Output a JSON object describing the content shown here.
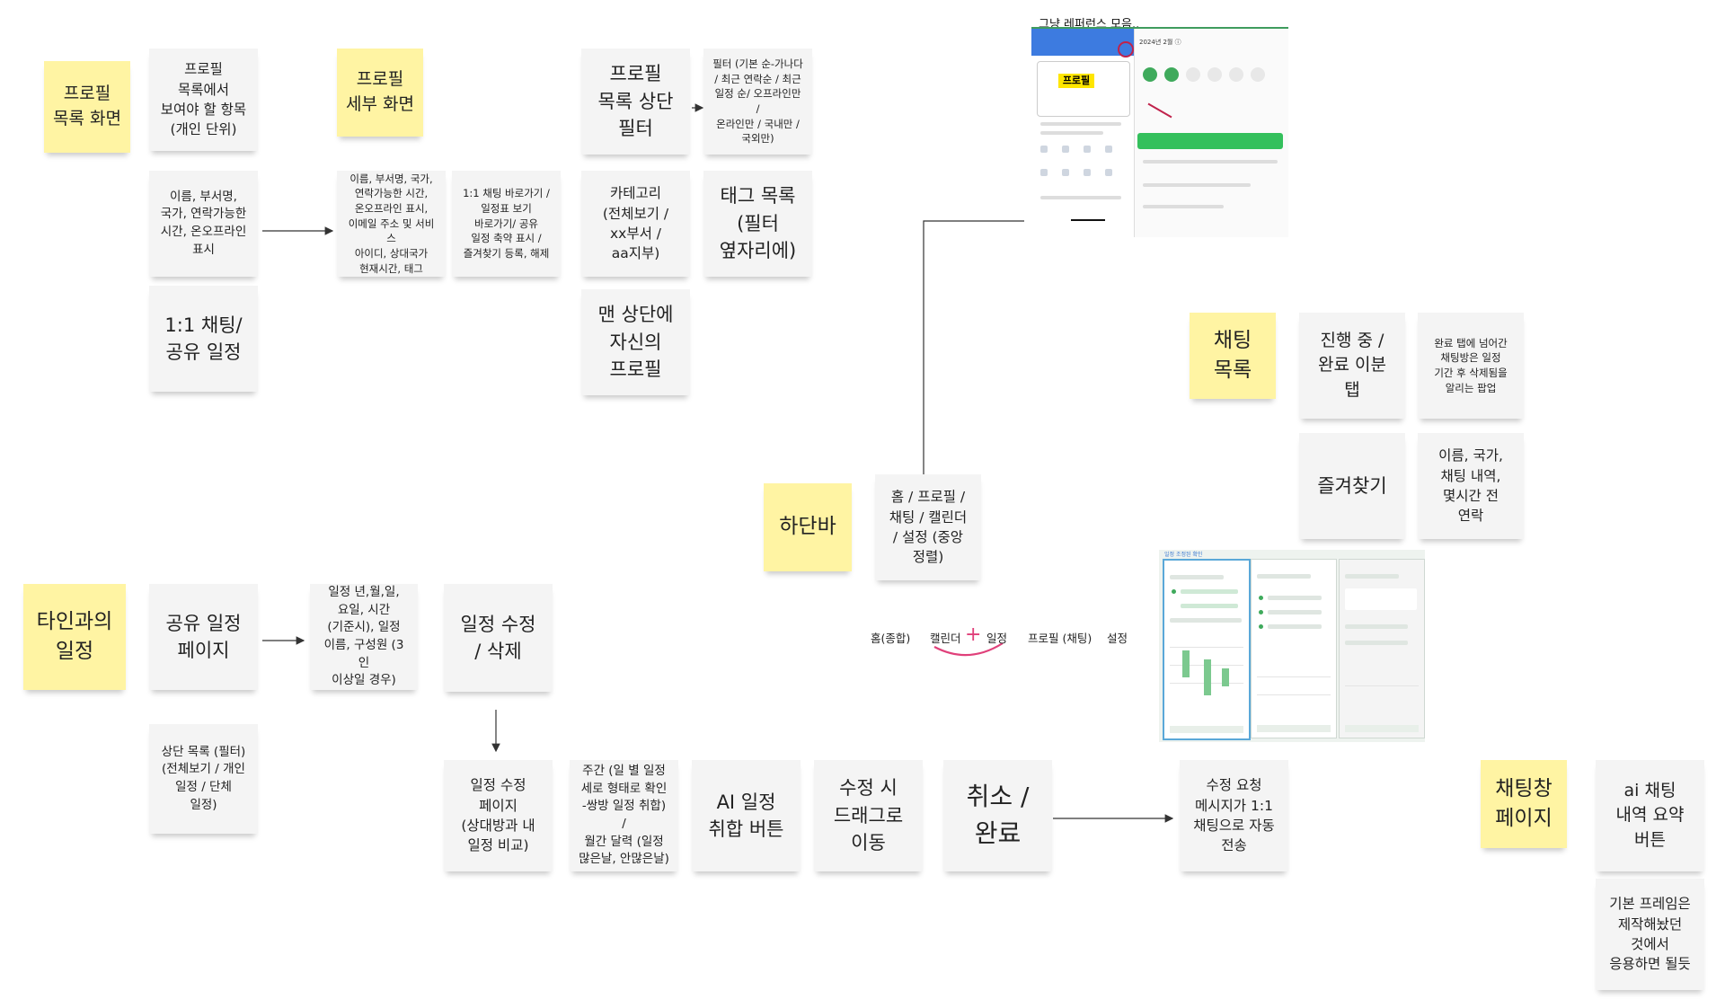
{
  "notes": {
    "profile_list_screen": "프로필\n목록 화면",
    "profile_list_items": "프로필\n목록에서\n보여야 할 항목\n(개인 단위)",
    "profile_list_fields": "이름, 부서명,\n국가, 연락가능한\n시간, 온오프라인\n표시",
    "chat_share": "1:1 채팅/\n공유 일정",
    "profile_detail_screen": "프로필\n세부 화면",
    "profile_detail_fields": "이름, 부서명, 국가,\n연락가능한 시간,\n온오프라인 표시,\n이메일 주소 및 서비스\n아이디, 상대국가\n현재시간, 태그",
    "profile_detail_actions": "1:1 채팅 바로가기 /\n일정표 보기\n바로가기/ 공유\n일정 축약 표시 /\n즐겨찾기 등록, 해제",
    "list_top_filter": "프로필\n목록 상단\n필터",
    "filter_detail": "필터 (기본 순-가나다\n/ 최근 연락순 / 최근\n일정 순/ 오프라인만 /\n온라인만 / 국내만 /\n국외만)",
    "category": "카테고리\n(전체보기 /\nxx부서 /\naa지부)",
    "tag_list": "태그 목록\n(필터\n옆자리에)",
    "my_profile_top": "맨 상단에\n자신의\n프로필",
    "bottom_bar": "하단바",
    "bottom_bar_items": "홈 / 프로필 /\n채팅 / 캘린더\n/ 설정 (중앙\n정렬)",
    "chat_list": "채팅\n목록",
    "chat_tabs": "진행 중 /\n완료 이분\n탭",
    "chat_complete_popup": "완료 탭에 넘어간\n채팅방은 일정\n기간 후 삭제됨을\n알리는 팝업",
    "favorites": "즐겨찾기",
    "chat_list_fields": "이름, 국가,\n채팅 내역,\n몇시간 전\n연락",
    "schedule_with_others": "타인과의\n일정",
    "shared_schedule_page": "공유 일정\n페이지",
    "shared_schedule_fields": "일정 년,월,일,\n요일, 시간\n(기준시), 일정\n이름, 구성원 (3인\n이상일 경우)",
    "edit_delete": "일정 수정\n/ 삭제",
    "shared_top_list": "상단 목록 (필터)\n(전체보기 / 개인\n일정 / 단체\n일정)",
    "edit_page": "일정 수정\n페이지\n(상대방과 내\n일정 비교)",
    "weekly_view": "주간 (일 별 일정\n세로 형태로 확인\n-쌍방 일정 취합) /\n월간 달력 (일정\n많은날, 안많은날)",
    "ai_collect": "AI 일정\n취합 버튼",
    "drag_move": "수정 시\n드래그로\n이동",
    "cancel_done": "취소 /\n완료",
    "edit_request": "수정 요청\n메시지가 1:1\n채팅으로 자동\n전송",
    "chat_window_page": "채팅창\n페이지",
    "ai_summary": "ai 채팅\n내역 요약\n버튼",
    "base_frame": "기본 프레임은\n제작해놨던\n것에서\n응용하면 될듯"
  },
  "bottom_nav_labels": {
    "home": "홈(종합)",
    "calendar": "캘린더",
    "plus": "+",
    "schedule": "일정",
    "profile_chat": "프로필 (채팅)",
    "settings": "설정"
  },
  "reference": {
    "title": "그냥 레퍼런스 모음..",
    "screenshot1_badge": "프로필",
    "screenshot1_date": "2024년 2월 ⓘ",
    "screenshot2_caption": "일정 조정된 확인"
  },
  "colors": {
    "yellow_note": "#fff4a3",
    "white_note": "#f4f4f4",
    "connector": "#333333",
    "pink_mark": "#e0407a"
  }
}
